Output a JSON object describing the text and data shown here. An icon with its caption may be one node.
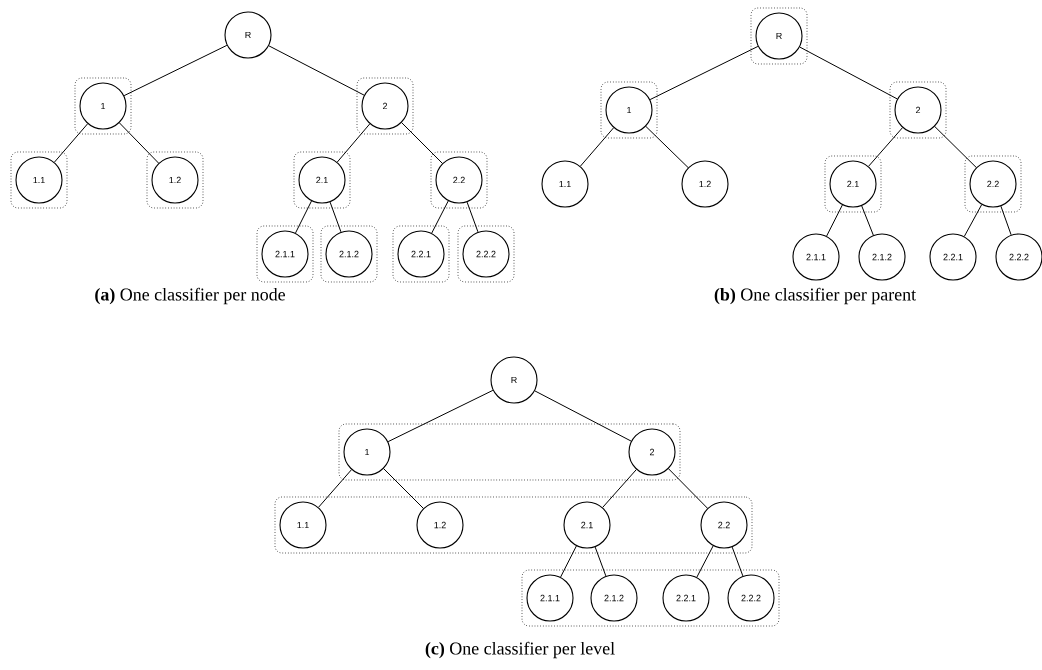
{
  "diagram": {
    "nodes": [
      {
        "text": [
          "R"
        ]
      },
      {
        "text": [],
        "shape": "box"
      },
      {
        "text": [
          "1"
        ],
        "in": 1
      },
      {
        "text": [],
        "shape": "box"
      },
      {
        "text": [
          "2"
        ],
        "in": 3
      },
      {
        "text": [],
        "shape": "box"
      },
      {
        "text": [
          "1.1"
        ],
        "in": 5
      },
      {
        "text": [],
        "shape": "box"
      },
      {
        "text": [
          "1.2"
        ],
        "in": 7
      },
      {
        "text": [],
        "shape": "box"
      },
      {
        "text": [
          "2.1"
        ],
        "in": 9
      },
      {
        "text": [],
        "shape": "box"
      },
      {
        "text": [
          "2.2"
        ],
        "in": 11
      },
      {
        "text": [],
        "shape": "box"
      },
      {
        "text": [
          "2.1.1"
        ],
        "in": 13
      },
      {
        "text": [],
        "shape": "box"
      },
      {
        "text": [
          "2.1.2"
        ],
        "in": 15
      },
      {
        "text": [],
        "shape": "box"
      },
      {
        "text": [
          "2.2.1"
        ],
        "in": 17
      },
      {
        "text": [],
        "shape": "box"
      },
      {
        "text": [
          "2.2.2"
        ],
        "in": 19
      },
      {
        "text": [],
        "shape": "box"
      },
      {
        "text": [
          "R"
        ],
        "in": 21
      },
      {
        "text": [],
        "shape": "box"
      },
      {
        "text": [
          "1"
        ],
        "in": 23
      },
      {
        "text": [],
        "shape": "box"
      },
      {
        "text": [
          "2"
        ],
        "in": 25
      },
      {
        "text": [
          "1.1"
        ]
      },
      {
        "text": [
          "1.2"
        ]
      },
      {
        "text": [],
        "shape": "box"
      },
      {
        "text": [
          "2.1"
        ],
        "in": 29
      },
      {
        "text": [],
        "shape": "box"
      },
      {
        "text": [
          "2.2"
        ],
        "in": 31
      },
      {
        "text": [
          "2.1.1"
        ]
      },
      {
        "text": [
          "2.1.2"
        ]
      },
      {
        "text": [
          "2.2.1"
        ]
      },
      {
        "text": [
          "2.2.2"
        ]
      },
      {
        "text": [
          "R"
        ]
      },
      {
        "text": [],
        "shape": "box"
      },
      {
        "text": [
          "1"
        ],
        "in": 38
      },
      {
        "text": [
          "2"
        ],
        "in": 38
      },
      {
        "text": [],
        "shape": "box"
      },
      {
        "text": [
          "1.1"
        ],
        "in": 41
      },
      {
        "text": [
          "1.2"
        ],
        "in": 41
      },
      {
        "text": [
          "2.1"
        ],
        "in": 41
      },
      {
        "text": [
          "2.2"
        ],
        "in": 41
      },
      {
        "text": [],
        "shape": "box"
      },
      {
        "text": [
          "2.1.1"
        ],
        "in": 46
      },
      {
        "text": [
          "2.1.2"
        ],
        "in": 46
      },
      {
        "text": [
          "2.2.1"
        ],
        "in": 46
      },
      {
        "text": [
          "2.2.2"
        ],
        "in": 46
      }
    ],
    "edges": [
      {
        "from": 0,
        "to": 2,
        "arrow": "none"
      },
      {
        "from": 0,
        "to": 4,
        "arrow": "none"
      },
      {
        "from": 2,
        "to": 6,
        "arrow": "none"
      },
      {
        "from": 2,
        "to": 8,
        "arrow": "none"
      },
      {
        "from": 4,
        "to": 10,
        "arrow": "none"
      },
      {
        "from": 4,
        "to": 12,
        "arrow": "none"
      },
      {
        "from": 10,
        "to": 14,
        "arrow": "none"
      },
      {
        "from": 10,
        "to": 16,
        "arrow": "none"
      },
      {
        "from": 12,
        "to": 18,
        "arrow": "none"
      },
      {
        "from": 12,
        "to": 20,
        "arrow": "none"
      },
      {
        "from": 22,
        "to": 24,
        "arrow": "none"
      },
      {
        "from": 22,
        "to": 26,
        "arrow": "none"
      },
      {
        "from": 24,
        "to": 27,
        "arrow": "none"
      },
      {
        "from": 24,
        "to": 28,
        "arrow": "none"
      },
      {
        "from": 26,
        "to": 30,
        "arrow": "none"
      },
      {
        "from": 26,
        "to": 32,
        "arrow": "none"
      },
      {
        "from": 30,
        "to": 33,
        "arrow": "none"
      },
      {
        "from": 30,
        "to": 34,
        "arrow": "none"
      },
      {
        "from": 32,
        "to": 35,
        "arrow": "none"
      },
      {
        "from": 32,
        "to": 36,
        "arrow": "none"
      },
      {
        "from": 37,
        "to": 39,
        "arrow": "none"
      },
      {
        "from": 37,
        "to": 40,
        "arrow": "none"
      },
      {
        "from": 39,
        "to": 42,
        "arrow": "none"
      },
      {
        "from": 39,
        "to": 43,
        "arrow": "none"
      },
      {
        "from": 40,
        "to": 44,
        "arrow": "none"
      },
      {
        "from": 40,
        "to": 45,
        "arrow": "none"
      },
      {
        "from": 44,
        "to": 47,
        "arrow": "none"
      },
      {
        "from": 44,
        "to": 48,
        "arrow": "none"
      },
      {
        "from": 45,
        "to": 49,
        "arrow": "none"
      },
      {
        "from": 45,
        "to": 50,
        "arrow": "none"
      }
    ],
    "labels": [
      "**(a)** One classifier per node",
      "**(b)** One classifier per parent",
      "**(c)** One classifier per level"
    ]
  }
}
